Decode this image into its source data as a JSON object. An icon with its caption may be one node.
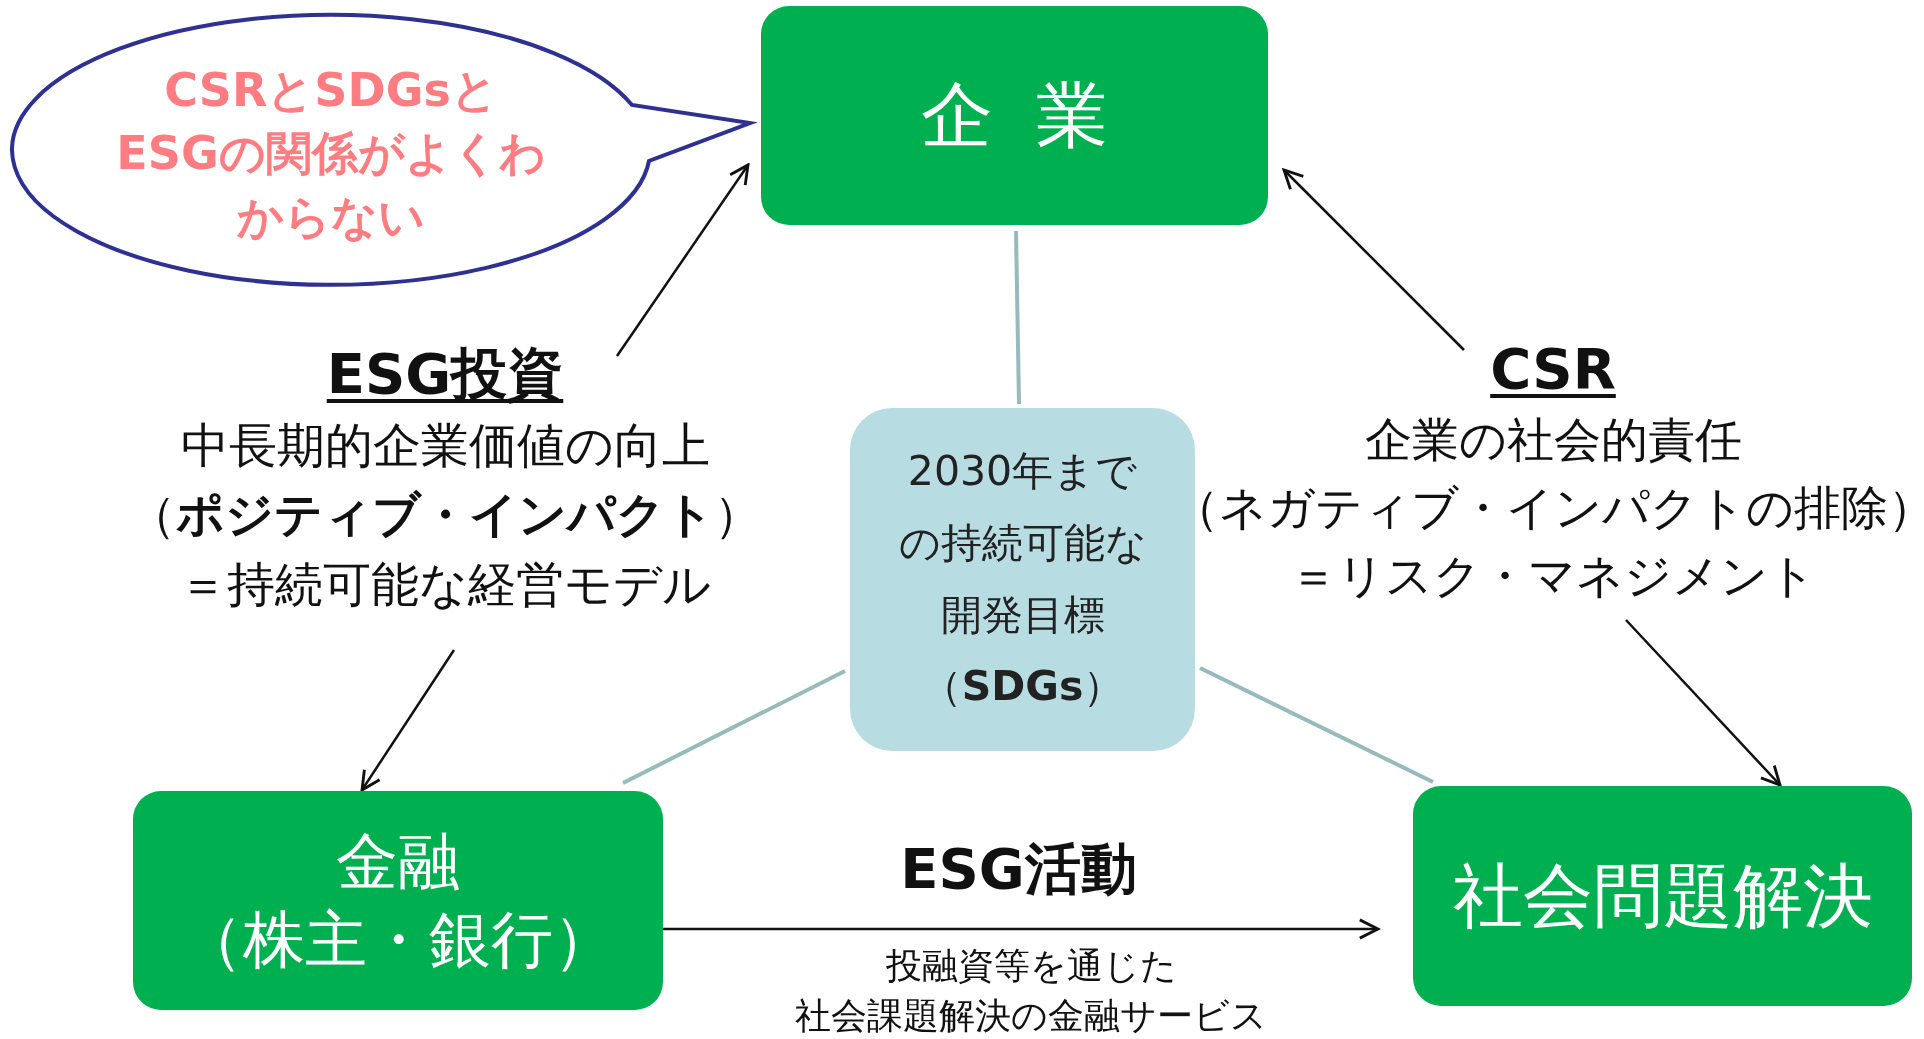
{
  "diagram": {
    "nodes": [
      {
        "text": [
          "企業"
        ]
      },
      {
        "text": [
          "CSRとSDGsとESGの関係がよくわからない"
        ]
      },
      {
        "text": [
          "ESG投資",
          "中長期的企業価値の向上（**ポジティブ・インパクト**）＝持続可能な経営モデル"
        ]
      },
      {
        "text": [
          "CSR",
          "企業の社会的責任（ネガティブ・インパクトの排除）＝リスク・マネジメント"
        ]
      },
      {
        "text": [
          "2030年までの持続可能な開発目標（**SDGs**）"
        ]
      },
      {
        "text": [
          "金融（株主・銀行）"
        ]
      },
      {
        "text": [
          "社会問題解決"
        ]
      }
    ],
    "edges": [
      {
        "from": 2,
        "to": 0,
        "arrow": "to"
      },
      {
        "from": 2,
        "to": 5,
        "arrow": "to"
      },
      {
        "from": 3,
        "to": 0,
        "arrow": "to"
      },
      {
        "from": 3,
        "to": 6,
        "arrow": "to"
      },
      {
        "from": 5,
        "to": 6,
        "arrow": "to",
        "label": "ESG活動"
      },
      {
        "from": 4,
        "to": 0,
        "arrow": "none",
        "color": "#97babd"
      },
      {
        "from": 4,
        "to": 5,
        "arrow": "none",
        "color": "#97babd"
      },
      {
        "from": 4,
        "to": 6,
        "arrow": "none",
        "color": "#97babd"
      }
    ],
    "labels": [
      "投融資等を通じた",
      "社会課題解決の金融サービス"
    ]
  }
}
